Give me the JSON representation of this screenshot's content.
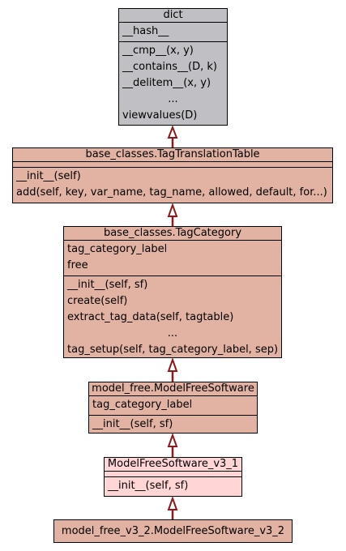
{
  "classes": [
    {
      "id": "dict",
      "name": "dict",
      "attributes": [
        "__hash__"
      ],
      "operations": [
        "__cmp__(x, y)",
        "__contains__(D, k)",
        "__delitem__(x, y)",
        "...",
        "viewvalues(D)"
      ]
    },
    {
      "id": "tag-translation-table",
      "name": "base_classes.TagTranslationTable",
      "attributes": [],
      "operations": [
        "__init__(self)",
        "add(self, key, var_name, tag_name, allowed, default, for...)"
      ]
    },
    {
      "id": "tag-category",
      "name": "base_classes.TagCategory",
      "attributes": [
        "tag_category_label",
        "free"
      ],
      "operations": [
        "__init__(self, sf)",
        "create(self)",
        "extract_tag_data(self, tagtable)",
        "...",
        "tag_setup(self, tag_category_label, sep)"
      ]
    },
    {
      "id": "model-free-software",
      "name": "model_free.ModelFreeSoftware",
      "attributes": [
        "tag_category_label"
      ],
      "operations": [
        "__init__(self, sf)"
      ]
    },
    {
      "id": "model-free-software-v3-1",
      "name": "ModelFreeSoftware_v3_1",
      "attributes": [],
      "operations": [
        "__init__(self, sf)"
      ]
    },
    {
      "id": "model-free-software-v3-2",
      "name": "model_free_v3_2.ModelFreeSoftware_v3_2",
      "attributes": [],
      "operations": []
    }
  ],
  "colors": {
    "base_gray": "#c0c0c4",
    "ancestor_salmon": "#e2b2a3",
    "focus_pink": "#ffd5d5",
    "arrow": "#8b1a1a"
  }
}
